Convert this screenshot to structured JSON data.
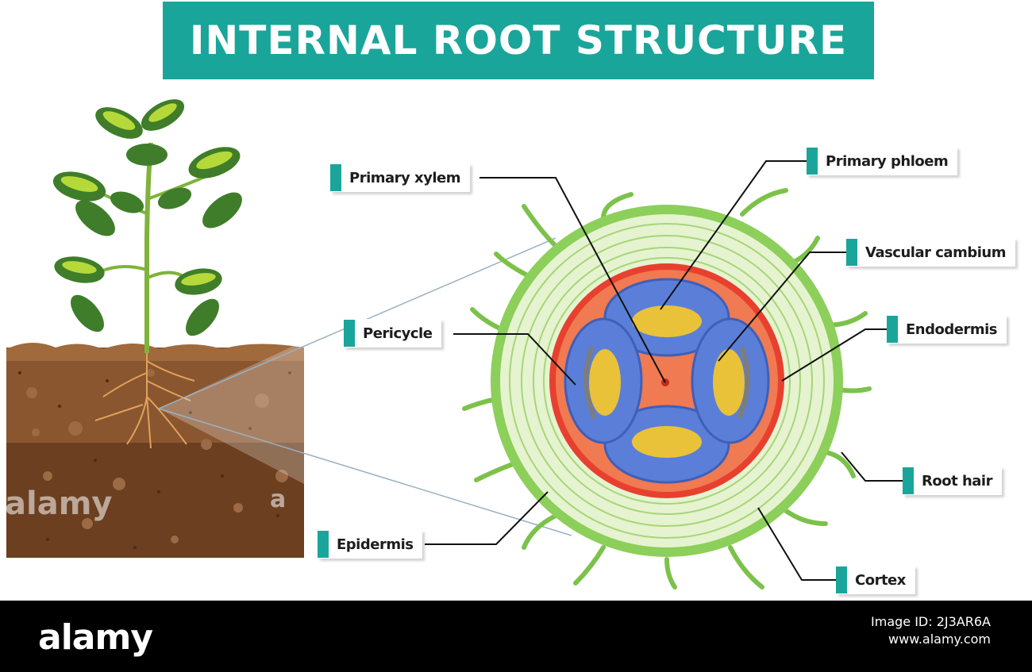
{
  "title": "INTERNAL ROOT STRUCTURE",
  "labels": {
    "primary_xylem": "Primary xylem",
    "primary_phloem": "Primary phloem",
    "vascular_cambium": "Vascular cambium",
    "pericycle": "Pericycle",
    "endodermis": "Endodermis",
    "root_hair": "Root hair",
    "epidermis": "Epidermis",
    "cortex": "Cortex"
  },
  "footer": {
    "logo": "alamy",
    "image_id_label": "Image ID: 2J3AR6A",
    "site": "www.alamy.com"
  },
  "watermarks": {
    "left": "alamy",
    "center": "a"
  },
  "colors": {
    "accent": "#1aa59b",
    "epidermis": "#6fbf3a",
    "cortex": "#dcefc0",
    "pericycle_ring": "#e8402f",
    "vascular_fill": "#f07a52",
    "xylem_blue": "#5b7fd8",
    "phloem_yellow": "#e9c23a",
    "soil": "#7a4a26"
  },
  "icons": [
    "plant-seedling",
    "root-cross-section"
  ]
}
